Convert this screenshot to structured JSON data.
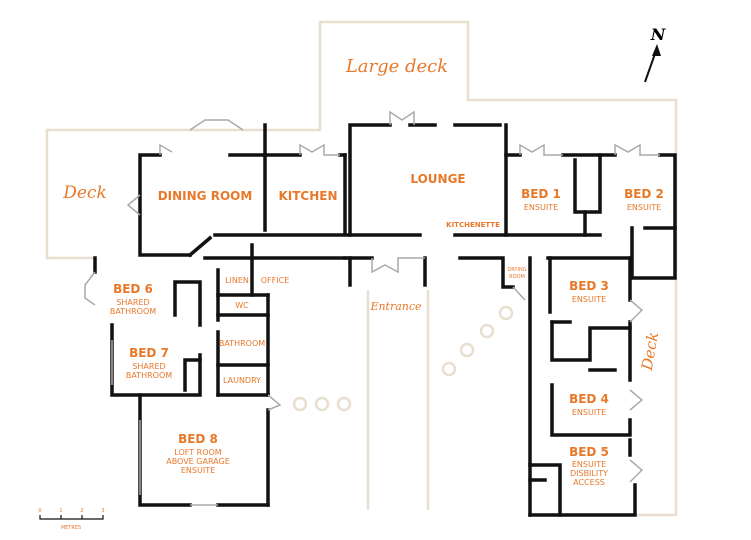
{
  "compass": {
    "label": "N"
  },
  "decks": {
    "large": "Large deck",
    "left": "Deck",
    "right": "Deck"
  },
  "entrance": "Entrance",
  "rooms": {
    "dining": "DINING ROOM",
    "kitchen": "KITCHEN",
    "lounge": "LOUNGE",
    "kitchenette": "KITCHENETTE",
    "bed1": {
      "name": "BED 1",
      "sub": "ENSUITE"
    },
    "bed2": {
      "name": "BED 2",
      "sub": "ENSUITE"
    },
    "bed3": {
      "name": "BED 3",
      "sub": "ENSUITE"
    },
    "bed4": {
      "name": "BED 4",
      "sub": "ENSUITE"
    },
    "bed5": {
      "name": "BED 5",
      "sub1": "ENSUITE",
      "sub2": "DISBILITY",
      "sub3": "ACCESS"
    },
    "bed6": {
      "name": "BED 6",
      "sub1": "SHARED",
      "sub2": "BATHROOM"
    },
    "bed7": {
      "name": "BED 7",
      "sub1": "SHARED",
      "sub2": "BATHROOM"
    },
    "bed8": {
      "name": "BED 8",
      "sub1": "LOFT ROOM",
      "sub2": "ABOVE GARAGE",
      "sub3": "ENSUITE"
    },
    "linen": "LINEN",
    "office": "OFFICE",
    "wc": "WC",
    "bathroom": "BATHROOM",
    "laundry": "LAUNDRY",
    "drying1": "DRYING",
    "drying2": "ROOM"
  },
  "scale": {
    "ticks": [
      "0",
      "1",
      "2",
      "3"
    ],
    "unit": "METRES"
  },
  "colors": {
    "label": "#e8782a",
    "wall": "#111111",
    "deck": "#e9dfd0"
  }
}
